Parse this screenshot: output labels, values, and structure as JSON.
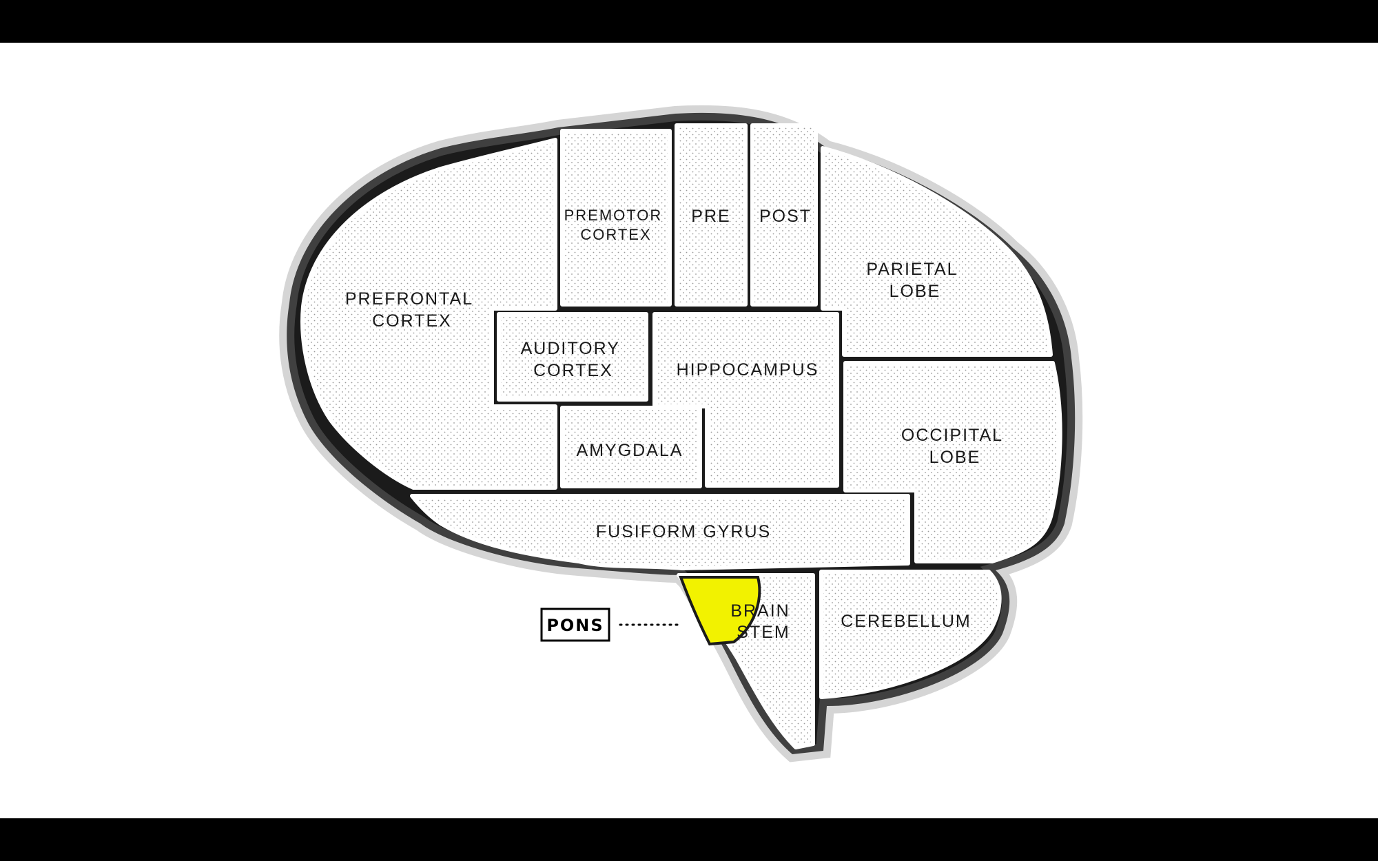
{
  "diagram": {
    "regions": {
      "prefrontal": [
        "PREFRONTAL",
        "CORTEX"
      ],
      "premotor": [
        "PREMOTOR",
        "CORTEX"
      ],
      "pre": [
        "PRE"
      ],
      "post": [
        "POST"
      ],
      "parietal": [
        "PARIETAL",
        "LOBE"
      ],
      "auditory": [
        "AUDITORY",
        "CORTEX"
      ],
      "hippocampus": [
        "HIPPOCAMPUS"
      ],
      "occipital": [
        "OCCIPITAL",
        "LOBE"
      ],
      "amygdala": [
        "AMYGDALA"
      ],
      "fusiform": [
        "FUSIFORM GYRUS"
      ],
      "brainstem": [
        "BRAIN",
        "STEM"
      ],
      "cerebellum": [
        "CEREBELLUM"
      ]
    },
    "callout": {
      "label": "PONS",
      "highlight_color": "#f2f200"
    }
  }
}
